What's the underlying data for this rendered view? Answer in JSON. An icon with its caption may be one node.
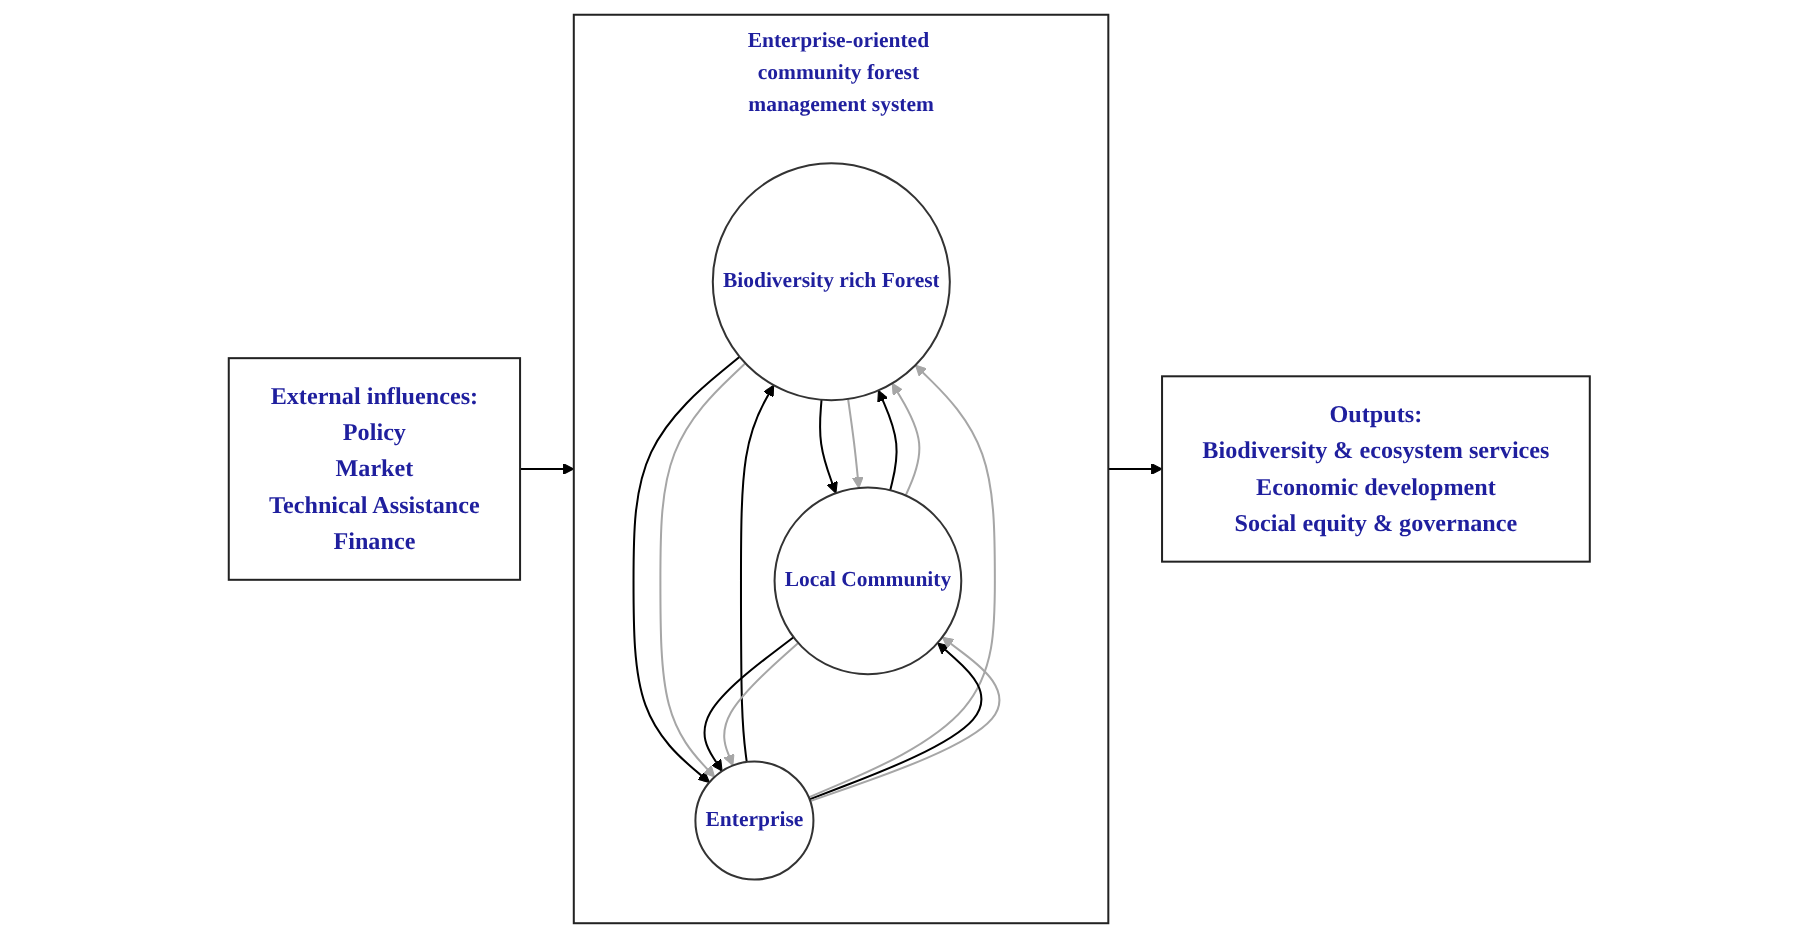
{
  "diagram": {
    "nodes": [
      {
        "text": [
          "External influences:",
          "Policy",
          "Market",
          "Technical Assistance",
          "Finance"
        ]
      },
      {
        "text": [
          "Enterprise-oriented community forest management system"
        ]
      },
      {
        "text": [
          "Biodiversity rich Forest"
        ],
        "in": 1
      },
      {
        "text": [
          "Enterprise"
        ],
        "in": 1
      },
      {
        "text": [
          "Local Community"
        ],
        "in": 1
      },
      {
        "text": [
          "Outputs:",
          "Biodiversity & ecosystem services",
          "Economic development",
          "Social equity & governance"
        ]
      }
    ],
    "edges": [
      {
        "from": 0,
        "to": 1,
        "arrow": "to"
      },
      {
        "from": 1,
        "to": 5,
        "arrow": "to"
      },
      {
        "from": 2,
        "to": 4,
        "arrow": "to"
      },
      {
        "from": 4,
        "to": 2,
        "arrow": "to"
      },
      {
        "from": 2,
        "to": 4,
        "arrow": "to",
        "color": "#a6a6a6"
      },
      {
        "from": 4,
        "to": 2,
        "arrow": "to",
        "color": "#a6a6a6"
      },
      {
        "from": 2,
        "to": 3,
        "arrow": "to"
      },
      {
        "from": 3,
        "to": 2,
        "arrow": "to"
      },
      {
        "from": 2,
        "to": 3,
        "arrow": "to",
        "color": "#a6a6a6"
      },
      {
        "from": 3,
        "to": 2,
        "arrow": "to",
        "color": "#a6a6a6"
      },
      {
        "from": 3,
        "to": 4,
        "arrow": "to"
      },
      {
        "from": 4,
        "to": 3,
        "arrow": "to"
      },
      {
        "from": 3,
        "to": 4,
        "arrow": "to",
        "color": "#a6a6a6"
      },
      {
        "from": 4,
        "to": 3,
        "arrow": "to",
        "color": "#a6a6a6"
      }
    ]
  }
}
